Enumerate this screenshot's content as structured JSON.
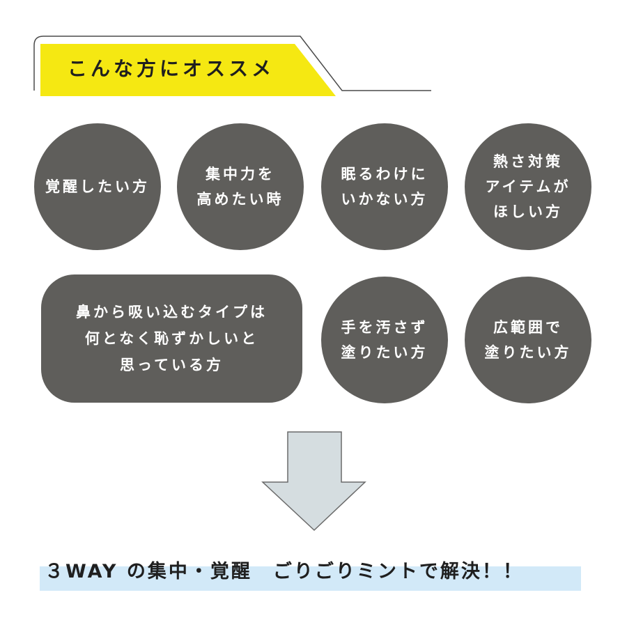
{
  "header": {
    "title": "こんな方にオススメ",
    "highlight_color": "#f5e812"
  },
  "targets": [
    {
      "text": "覚醒したい方"
    },
    {
      "text": "集中力を\n高めたい時"
    },
    {
      "text": "眠るわけに\nいかない方"
    },
    {
      "text": "熱さ対策\nアイテムが\nほしい方"
    },
    {
      "text": "鼻から吸い込むタイプは\n何となく恥ずかしいと\n思っている方"
    },
    {
      "text": "手を汚さず\n塗りたい方"
    },
    {
      "text": "広範囲で\n塗りたい方"
    }
  ],
  "bubble_color": "#5f5e5b",
  "arrow": {
    "icon": "down-arrow-icon",
    "fill_color": "#d5dde0"
  },
  "footer": {
    "text": "３WAY の集中・覚醒　ごりごりミントで解決！！",
    "band_color": "#d2e9f8"
  }
}
